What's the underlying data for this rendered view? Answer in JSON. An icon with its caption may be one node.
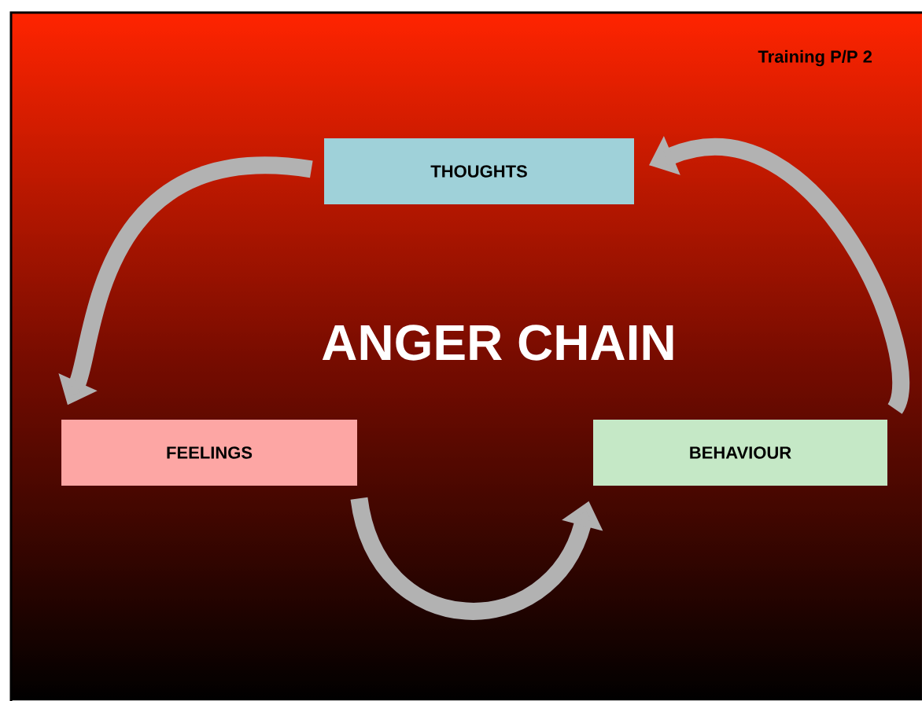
{
  "diagram": {
    "title": "ANGER CHAIN",
    "nodes": [
      {
        "text": [
          "THOUGHTS"
        ]
      },
      {
        "text": [
          "FEELINGS"
        ]
      },
      {
        "text": [
          "BEHAVIOUR"
        ]
      }
    ],
    "edges": [
      {
        "from": 0,
        "to": 1,
        "arrow": "to"
      },
      {
        "from": 1,
        "to": 2,
        "arrow": "to"
      },
      {
        "from": 2,
        "to": 0,
        "arrow": "to"
      }
    ],
    "labels": [
      "Training P/P 2"
    ]
  }
}
